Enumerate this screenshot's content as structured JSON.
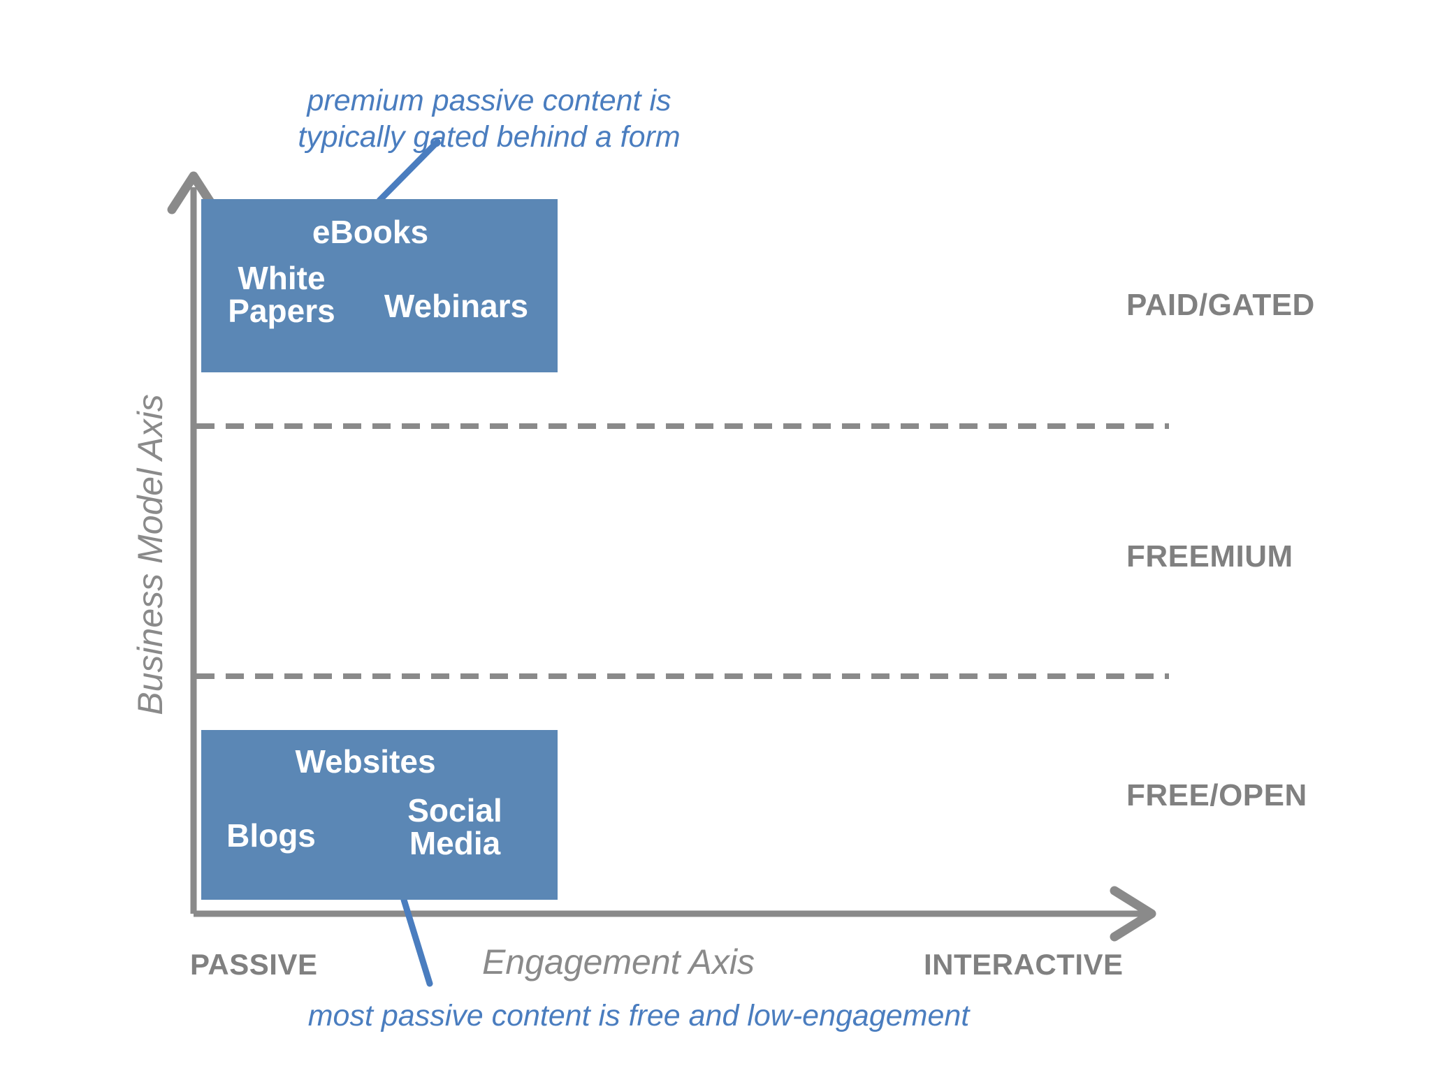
{
  "diagram": {
    "axes": {
      "y_title": "Business Model Axis",
      "x_title": "Engagement Axis",
      "x_left_label": "PASSIVE",
      "x_right_label": "INTERACTIVE"
    },
    "tiers": [
      {
        "id": "paid",
        "label": "PAID/GATED"
      },
      {
        "id": "freemium",
        "label": "FREEMIUM"
      },
      {
        "id": "free",
        "label": "FREE/OPEN"
      }
    ],
    "boxes": [
      {
        "id": "paid-gated-box",
        "tier": "PAID/GATED",
        "items": [
          "eBooks",
          "White\nPapers",
          "Webinars"
        ]
      },
      {
        "id": "free-open-box",
        "tier": "FREE/OPEN",
        "items": [
          "Websites",
          "Blogs",
          "Social\nMedia"
        ]
      }
    ],
    "annotations": [
      {
        "id": "annotation-top",
        "text": "premium passive content is\ntypically gated behind a form"
      },
      {
        "id": "annotation-bottom",
        "text": "most passive content is free and low-engagement"
      }
    ],
    "colors": {
      "box_fill": "#5B87B5",
      "annotation_text": "#4A7DBF",
      "axis_gray": "#808080",
      "axis_title_gray": "#8a8a8a",
      "box_text": "#ffffff",
      "background": "#ffffff"
    }
  }
}
